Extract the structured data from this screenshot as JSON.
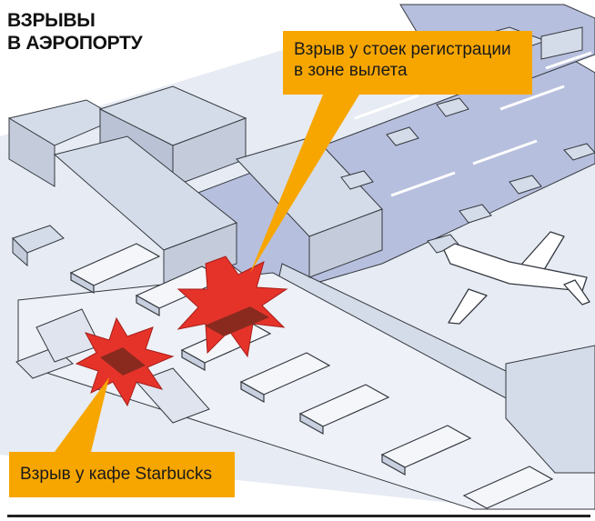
{
  "title": {
    "line1": "ВЗРЫВЫ",
    "line2": "В АЭРОПОРТУ"
  },
  "callouts": {
    "check_in": {
      "line1": "Взрыв у стоек регистрации",
      "line2": "в зоне вылета"
    },
    "cafe": {
      "text": "Взрыв у кафе Starbucks"
    }
  },
  "colors": {
    "background": "#ffffff",
    "floor": "#e7ebf3",
    "roadway": "#b7bfde",
    "walls": "#d5dce9",
    "outline": "#34393f",
    "callout": "#f7a600",
    "explosion": "#e6332a"
  },
  "icons": {
    "airplane": "airplane-icon",
    "explosion": "explosion-icon"
  }
}
